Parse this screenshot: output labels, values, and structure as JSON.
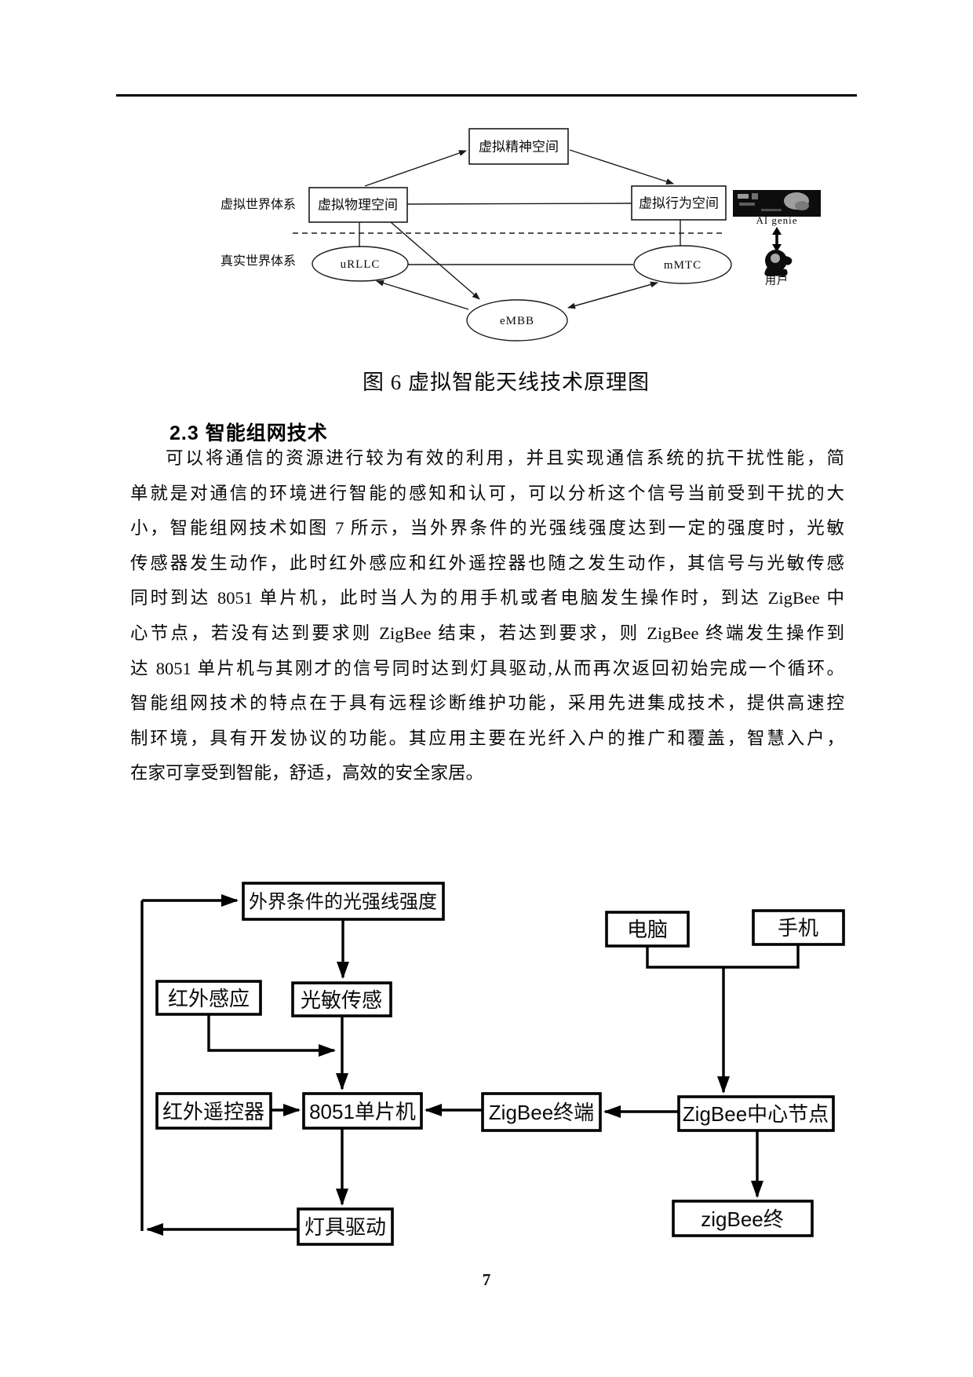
{
  "page": {
    "number": "7"
  },
  "figure6": {
    "caption": "图 6 虚拟智能天线技术原理图",
    "side_labels": {
      "virtual": "虚拟世界体系",
      "real": "真实世界体系"
    },
    "boxes": {
      "spirit": "虚拟精神空间",
      "physical": "虚拟物理空间",
      "behavior": "虚拟行为空间"
    },
    "ellipses": {
      "urllc": "uRLLC",
      "mmtc": "mMTC",
      "embb": "eMBB"
    },
    "ai_genie_label": "AI genie",
    "user_label": "用户"
  },
  "section": {
    "heading": "2.3 智能组网技术",
    "lines": [
      "可以将通信的资源进行较为有效的利用，并且实现通信系统的抗干扰性能，简",
      "单就是对通信的环境进行智能的感知和认可，可以分析这个信号当前受到干扰的大",
      "小，智能组网技术如图 7 所示，当外界条件的光强线强度达到一定的强度时，光敏",
      "传感器发生动作，此时红外感应和红外遥控器也随之发生动作，其信号与光敏传感",
      "同时到达 8051 单片机，此时当人为的用手机或者电脑发生操作时，到达 ZigBee 中",
      "心节点，若没有达到要求则 ZigBee 结束，若达到要求，则 ZigBee 终端发生操作到",
      "达 8051 单片机与其刚才的信号同时达到灯具驱动,从而再次返回初始完成一个循环。",
      "智能组网技术的特点在于具有远程诊断维护功能，采用先进集成技术，提供高速控",
      "制环境，具有开发协议的功能。其应用主要在光纤入户的推广和覆盖，智慧入户，",
      "在家可享受到智能，舒适，高效的安全家居。"
    ]
  },
  "figure7": {
    "nodes": {
      "light": "外界条件的光强线强度",
      "ir_sense": "红外感应",
      "photo_sense": "光敏传感",
      "ir_remote": "红外遥控器",
      "mcu": "8051单片机",
      "zigbee_terminal": "ZigBee终端",
      "zigbee_center": "ZigBee中心节点",
      "pc": "电脑",
      "phone": "手机",
      "lamp": "灯具驱动",
      "zigbee_end": "zigBee终"
    }
  }
}
